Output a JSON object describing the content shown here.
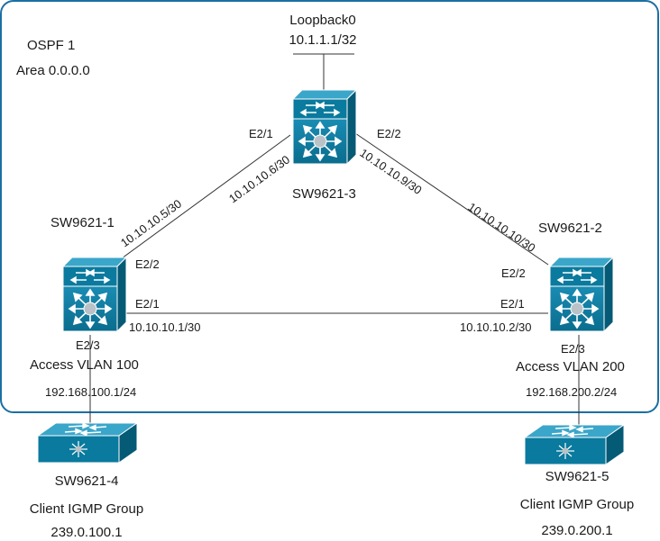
{
  "area": {
    "process": "OSPF 1",
    "area": "Area 0.0.0.0",
    "border_color": "#1a6fa3"
  },
  "colors": {
    "device_teal": "#0a7a9e",
    "device_light": "#2b9bc0",
    "device_dark": "#055a75",
    "line": "#333333"
  },
  "loopback": {
    "name": "Loopback0",
    "address": "10.1.1.1/32"
  },
  "switches": {
    "sw3": {
      "name": "SW9621-3",
      "port_left": "E2/1",
      "port_right": "E2/2",
      "ip_left": "10.10.10.6/30",
      "ip_right": "10.10.10.9/30"
    },
    "sw1": {
      "name": "SW9621-1",
      "port_up": "E2/2",
      "port_right": "E2/1",
      "port_down": "E2/3",
      "ip_up": "10.10.10.5/30",
      "ip_right": "10.10.10.1/30",
      "vlan": "Access VLAN 100",
      "ip_vlan": "192.168.100.1/24"
    },
    "sw2": {
      "name": "SW9621-2",
      "port_up": "E2/2",
      "port_left": "E2/1",
      "port_down": "E2/3",
      "ip_up": "10.10.10.10/30",
      "ip_left": "10.10.10.2/30",
      "vlan": "Access VLAN 200",
      "ip_vlan": "192.168.200.2/24"
    },
    "sw4": {
      "name": "SW9621-4",
      "role": "Client IGMP Group",
      "group": "239.0.100.1"
    },
    "sw5": {
      "name": "SW9621-5",
      "role": "Client IGMP Group",
      "group": "239.0.200.1"
    }
  },
  "icons": {
    "core": "nexus-switch-icon",
    "access": "layer2-switch-icon"
  }
}
